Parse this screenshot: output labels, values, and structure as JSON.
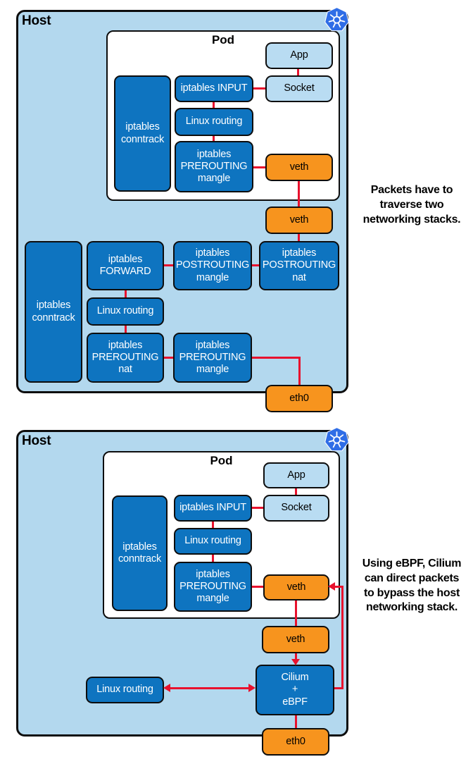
{
  "colors": {
    "host_bg": "#b3d8ee",
    "box_blue": "#0e74c0",
    "box_lightblue": "#b9dcf2",
    "box_orange": "#f7941e",
    "connector_red": "#e8112d",
    "kubernetes_blue": "#2f6de6",
    "border_black": "#0d0d0d"
  },
  "d1": {
    "host": "Host",
    "pod": "Pod",
    "app": "App",
    "socket": "Socket",
    "iptables_input": "iptables INPUT",
    "linux_routing_pod": "Linux routing",
    "iptables_prerouting_mangle_pod": "iptables\nPREROUTING\nmangle",
    "iptables_conntrack_pod": "iptables\nconntrack",
    "veth_pod": "veth",
    "veth_host": "veth",
    "iptables_conntrack_host": "iptables\nconntrack",
    "iptables_forward": "iptables\nFORWARD",
    "iptables_postrouting_mangle": "iptables\nPOSTROUTING\nmangle",
    "iptables_postrouting_nat": "iptables\nPOSTROUTING\nnat",
    "linux_routing_host": "Linux routing",
    "iptables_prerouting_nat": "iptables\nPREROUTING\nnat",
    "iptables_prerouting_mangle_host": "iptables\nPREROUTING\nmangle",
    "eth0": "eth0",
    "annotation": "Packets have to\ntraverse two\nnetworking stacks."
  },
  "d2": {
    "host": "Host",
    "pod": "Pod",
    "app": "App",
    "socket": "Socket",
    "iptables_input": "iptables INPUT",
    "linux_routing_pod": "Linux routing",
    "iptables_prerouting_mangle_pod": "iptables\nPREROUTING\nmangle",
    "iptables_conntrack_pod": "iptables\nconntrack",
    "veth_pod": "veth",
    "veth_host": "veth",
    "linux_routing_host": "Linux routing",
    "cilium_ebpf": "Cilium\n+\neBPF",
    "eth0": "eth0",
    "annotation": "Using eBPF, Cilium\ncan direct packets\nto bypass the host\nnetworking stack."
  }
}
